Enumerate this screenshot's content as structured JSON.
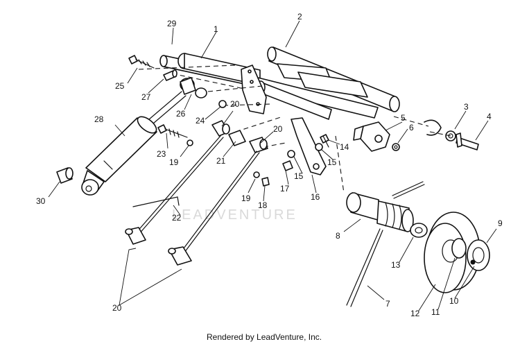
{
  "callouts": {
    "c1": "1",
    "c2": "2",
    "c3": "3",
    "c4": "4",
    "c5": "5",
    "c6": "6",
    "c7": "7",
    "c8": "8",
    "c9": "9",
    "c10": "10",
    "c11": "11",
    "c12": "12",
    "c13": "13",
    "c14": "14",
    "c15a": "15",
    "c15b": "15",
    "c16": "16",
    "c17": "17",
    "c18": "18",
    "c19a": "19",
    "c19b": "19",
    "c20a": "20",
    "c20b": "20",
    "c20c": "20",
    "c21": "21",
    "c22": "22",
    "c23": "23",
    "c24": "24",
    "c25": "25",
    "c26": "26",
    "c27": "27",
    "c28": "28",
    "c29": "29",
    "c30": "30"
  },
  "watermark": "LEADVENTURE",
  "credit": "Rendered by LeadVenture, Inc.",
  "colors": {
    "ink": "#111111",
    "paper": "#ffffff",
    "watermark": "#d9d9d9"
  }
}
